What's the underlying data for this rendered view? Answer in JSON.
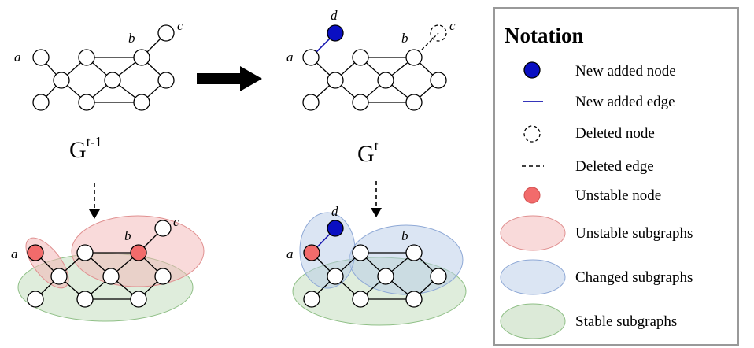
{
  "colors": {
    "node_fill": "#ffffff",
    "node_stroke": "#000000",
    "new_node": "#0a0fc2",
    "new_edge": "#1818b0",
    "unstable_node": "#f26b6b",
    "unstable_region": "#f3b6b6",
    "changed_region": "#b7cbe8",
    "stable_region": "#b9d6b2"
  },
  "graphs": {
    "prev_label_base": "G",
    "prev_label_sup": "t-1",
    "curr_label_base": "G",
    "curr_label_sup": "t"
  },
  "node_labels": {
    "a": "a",
    "b": "b",
    "c": "c",
    "d": "d"
  },
  "legend": {
    "title": "Notation",
    "items": [
      {
        "icon": "new-node-icon",
        "label": "New added node"
      },
      {
        "icon": "new-edge-icon",
        "label": "New added edge"
      },
      {
        "icon": "deleted-node-icon",
        "label": "Deleted node"
      },
      {
        "icon": "deleted-edge-icon",
        "label": "Deleted edge"
      },
      {
        "icon": "unstable-node-icon",
        "label": "Unstable node"
      },
      {
        "icon": "unstable-subgraph-icon",
        "label": "Unstable subgraphs"
      },
      {
        "icon": "changed-subgraph-icon",
        "label": "Changed subgraphs"
      },
      {
        "icon": "stable-subgraph-icon",
        "label": "Stable subgraphs"
      }
    ]
  }
}
